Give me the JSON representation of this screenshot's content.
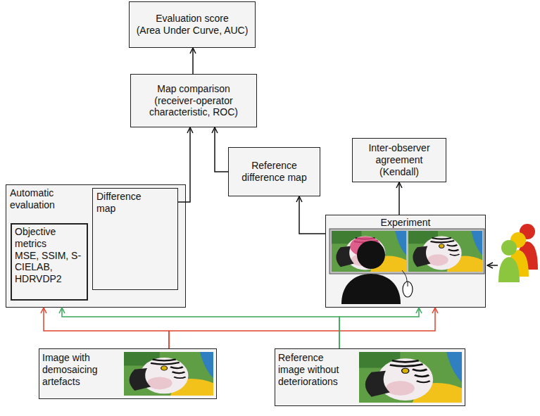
{
  "diagram": {
    "nodes": [
      {
        "text": [
          "Evaluation score",
          "(Area Under Curve, AUC)"
        ]
      },
      {
        "text": [
          "Map comparison",
          "(receiver-operator characteristic, ROC)"
        ]
      },
      {
        "text": [
          "Reference difference map"
        ]
      },
      {
        "text": [
          "Inter-observer agreement",
          "(Kendall)"
        ]
      },
      {
        "text": [
          "Automatic evaluation"
        ]
      },
      {
        "text": [
          "Objective metrics",
          "MSE, SSIM, S-CIELAB, HDRVDP2"
        ],
        "in": 4
      },
      {
        "text": [
          "Difference map"
        ],
        "in": 4
      },
      {
        "text": [
          "Experiment"
        ]
      },
      {
        "text": [
          "Image with demosaicing artefacts"
        ]
      },
      {
        "text": [
          "Reference image without deteriorations"
        ]
      }
    ],
    "edges": [
      {
        "from": 1,
        "to": 0,
        "arrow": "to"
      },
      {
        "from": 6,
        "to": 1,
        "arrow": "to"
      },
      {
        "from": 2,
        "to": 1,
        "arrow": "to"
      },
      {
        "from": 7,
        "to": 2,
        "arrow": "to"
      },
      {
        "from": 7,
        "to": 3,
        "arrow": "to"
      },
      {
        "from": 8,
        "to": 4,
        "arrow": "to"
      },
      {
        "from": 8,
        "to": 7,
        "arrow": "to"
      },
      {
        "from": 9,
        "to": 4,
        "arrow": "to"
      },
      {
        "from": 9,
        "to": 7,
        "arrow": "to"
      }
    ]
  }
}
